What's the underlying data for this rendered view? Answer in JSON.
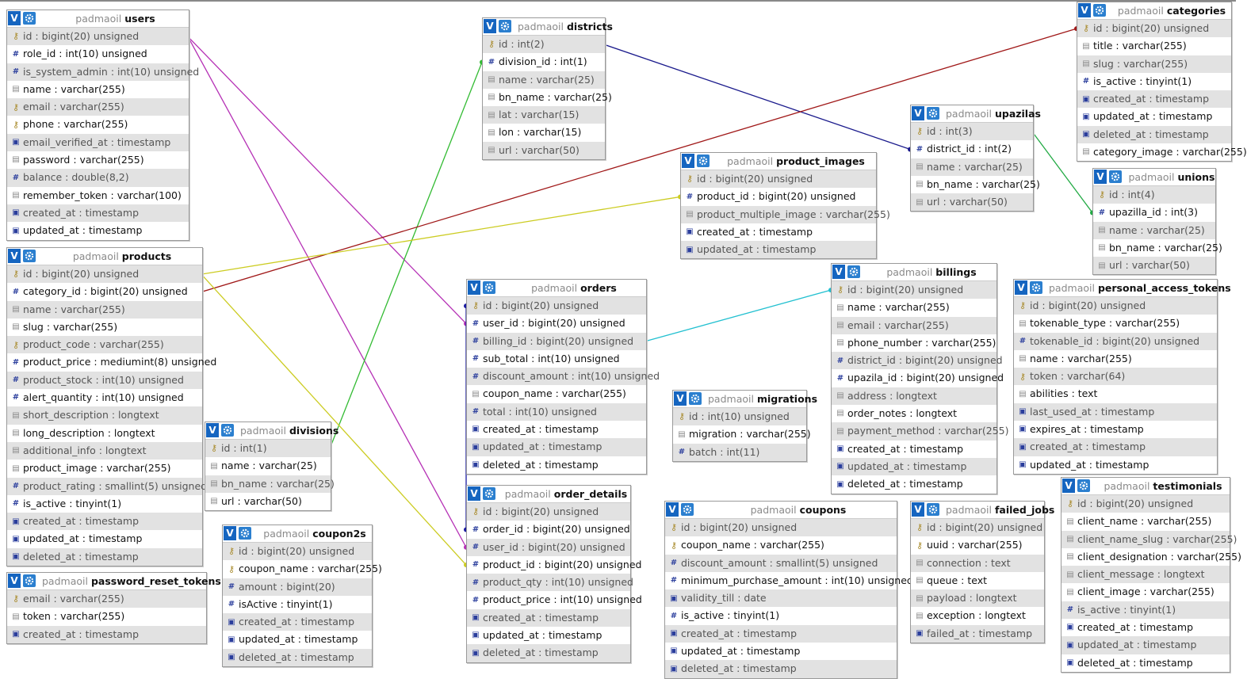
{
  "schema_prefix": "padmaoil",
  "view_button_label": "V",
  "tables": {
    "users": {
      "name": "users",
      "columns": [
        {
          "icon": "key-icon",
          "label": "id : bigint(20) unsigned"
        },
        {
          "icon": "number-icon",
          "label": "role_id : int(10) unsigned"
        },
        {
          "icon": "number-icon",
          "label": "is_system_admin : int(10) unsigned"
        },
        {
          "icon": "text-icon",
          "label": "name : varchar(255)"
        },
        {
          "icon": "key-icon",
          "label": "email : varchar(255)"
        },
        {
          "icon": "key-icon",
          "label": "phone : varchar(255)"
        },
        {
          "icon": "date-icon",
          "label": "email_verified_at : timestamp"
        },
        {
          "icon": "text-icon",
          "label": "password : varchar(255)"
        },
        {
          "icon": "number-icon",
          "label": "balance : double(8,2)"
        },
        {
          "icon": "text-icon",
          "label": "remember_token : varchar(100)"
        },
        {
          "icon": "date-icon",
          "label": "created_at : timestamp"
        },
        {
          "icon": "date-icon",
          "label": "updated_at : timestamp"
        }
      ]
    },
    "products": {
      "name": "products",
      "columns": [
        {
          "icon": "key-icon",
          "label": "id : bigint(20) unsigned"
        },
        {
          "icon": "number-icon",
          "label": "category_id : bigint(20) unsigned"
        },
        {
          "icon": "text-icon",
          "label": "name : varchar(255)"
        },
        {
          "icon": "text-icon",
          "label": "slug : varchar(255)"
        },
        {
          "icon": "key-icon",
          "label": "product_code : varchar(255)"
        },
        {
          "icon": "number-icon",
          "label": "product_price : mediumint(8) unsigned"
        },
        {
          "icon": "number-icon",
          "label": "product_stock : int(10) unsigned"
        },
        {
          "icon": "number-icon",
          "label": "alert_quantity : int(10) unsigned"
        },
        {
          "icon": "text-icon",
          "label": "short_description : longtext"
        },
        {
          "icon": "text-icon",
          "label": "long_description : longtext"
        },
        {
          "icon": "text-icon",
          "label": "additional_info : longtext"
        },
        {
          "icon": "text-icon",
          "label": "product_image : varchar(255)"
        },
        {
          "icon": "number-icon",
          "label": "product_rating : smallint(5) unsigned"
        },
        {
          "icon": "number-icon",
          "label": "is_active : tinyint(1)"
        },
        {
          "icon": "date-icon",
          "label": "created_at : timestamp"
        },
        {
          "icon": "date-icon",
          "label": "updated_at : timestamp"
        },
        {
          "icon": "date-icon",
          "label": "deleted_at : timestamp"
        }
      ]
    },
    "password_reset_tokens": {
      "name": "password_reset_tokens",
      "columns": [
        {
          "icon": "key-icon",
          "label": "email : varchar(255)"
        },
        {
          "icon": "text-icon",
          "label": "token : varchar(255)"
        },
        {
          "icon": "date-icon",
          "label": "created_at : timestamp"
        }
      ]
    },
    "divisions": {
      "name": "divisions",
      "columns": [
        {
          "icon": "key-icon",
          "label": "id : int(1)"
        },
        {
          "icon": "text-icon",
          "label": "name : varchar(25)"
        },
        {
          "icon": "text-icon",
          "label": "bn_name : varchar(25)"
        },
        {
          "icon": "text-icon",
          "label": "url : varchar(50)"
        }
      ]
    },
    "coupon2s": {
      "name": "coupon2s",
      "columns": [
        {
          "icon": "key-icon",
          "label": "id : bigint(20) unsigned"
        },
        {
          "icon": "key-icon",
          "label": "coupon_name : varchar(255)"
        },
        {
          "icon": "number-icon",
          "label": "amount : bigint(20)"
        },
        {
          "icon": "number-icon",
          "label": "isActive : tinyint(1)"
        },
        {
          "icon": "date-icon",
          "label": "created_at : timestamp"
        },
        {
          "icon": "date-icon",
          "label": "updated_at : timestamp"
        },
        {
          "icon": "date-icon",
          "label": "deleted_at : timestamp"
        }
      ]
    },
    "districts": {
      "name": "districts",
      "columns": [
        {
          "icon": "key-icon",
          "label": "id : int(2)"
        },
        {
          "icon": "number-icon",
          "label": "division_id : int(1)"
        },
        {
          "icon": "text-icon",
          "label": "name : varchar(25)"
        },
        {
          "icon": "text-icon",
          "label": "bn_name : varchar(25)"
        },
        {
          "icon": "text-icon",
          "label": "lat : varchar(15)"
        },
        {
          "icon": "text-icon",
          "label": "lon : varchar(15)"
        },
        {
          "icon": "text-icon",
          "label": "url : varchar(50)"
        }
      ]
    },
    "orders": {
      "name": "orders",
      "columns": [
        {
          "icon": "key-icon",
          "label": "id : bigint(20) unsigned"
        },
        {
          "icon": "number-icon",
          "label": "user_id : bigint(20) unsigned"
        },
        {
          "icon": "number-icon",
          "label": "billing_id : bigint(20) unsigned"
        },
        {
          "icon": "number-icon",
          "label": "sub_total : int(10) unsigned"
        },
        {
          "icon": "number-icon",
          "label": "discount_amount : int(10) unsigned"
        },
        {
          "icon": "text-icon",
          "label": "coupon_name : varchar(255)"
        },
        {
          "icon": "number-icon",
          "label": "total : int(10) unsigned"
        },
        {
          "icon": "date-icon",
          "label": "created_at : timestamp"
        },
        {
          "icon": "date-icon",
          "label": "updated_at : timestamp"
        },
        {
          "icon": "date-icon",
          "label": "deleted_at : timestamp"
        }
      ]
    },
    "order_details": {
      "name": "order_details",
      "columns": [
        {
          "icon": "key-icon",
          "label": "id : bigint(20) unsigned"
        },
        {
          "icon": "number-icon",
          "label": "order_id : bigint(20) unsigned"
        },
        {
          "icon": "number-icon",
          "label": "user_id : bigint(20) unsigned"
        },
        {
          "icon": "number-icon",
          "label": "product_id : bigint(20) unsigned"
        },
        {
          "icon": "number-icon",
          "label": "product_qty : int(10) unsigned"
        },
        {
          "icon": "number-icon",
          "label": "product_price : int(10) unsigned"
        },
        {
          "icon": "date-icon",
          "label": "created_at : timestamp"
        },
        {
          "icon": "date-icon",
          "label": "updated_at : timestamp"
        },
        {
          "icon": "date-icon",
          "label": "deleted_at : timestamp"
        }
      ]
    },
    "product_images": {
      "name": "product_images",
      "columns": [
        {
          "icon": "key-icon",
          "label": "id : bigint(20) unsigned"
        },
        {
          "icon": "number-icon",
          "label": "product_id : bigint(20) unsigned"
        },
        {
          "icon": "text-icon",
          "label": "product_multiple_image : varchar(255)"
        },
        {
          "icon": "date-icon",
          "label": "created_at : timestamp"
        },
        {
          "icon": "date-icon",
          "label": "updated_at : timestamp"
        }
      ]
    },
    "migrations": {
      "name": "migrations",
      "columns": [
        {
          "icon": "key-icon",
          "label": "id : int(10) unsigned"
        },
        {
          "icon": "text-icon",
          "label": "migration : varchar(255)"
        },
        {
          "icon": "number-icon",
          "label": "batch : int(11)"
        }
      ]
    },
    "coupons": {
      "name": "coupons",
      "columns": [
        {
          "icon": "key-icon",
          "label": "id : bigint(20) unsigned"
        },
        {
          "icon": "key-icon",
          "label": "coupon_name : varchar(255)"
        },
        {
          "icon": "number-icon",
          "label": "discount_amount : smallint(5) unsigned"
        },
        {
          "icon": "number-icon",
          "label": "minimum_purchase_amount : int(10) unsigned"
        },
        {
          "icon": "date-icon",
          "label": "validity_till : date"
        },
        {
          "icon": "number-icon",
          "label": "is_active : tinyint(1)"
        },
        {
          "icon": "date-icon",
          "label": "created_at : timestamp"
        },
        {
          "icon": "date-icon",
          "label": "updated_at : timestamp"
        },
        {
          "icon": "date-icon",
          "label": "deleted_at : timestamp"
        }
      ]
    },
    "upazilas": {
      "name": "upazilas",
      "columns": [
        {
          "icon": "key-icon",
          "label": "id : int(3)"
        },
        {
          "icon": "number-icon",
          "label": "district_id : int(2)"
        },
        {
          "icon": "text-icon",
          "label": "name : varchar(25)"
        },
        {
          "icon": "text-icon",
          "label": "bn_name : varchar(25)"
        },
        {
          "icon": "text-icon",
          "label": "url : varchar(50)"
        }
      ]
    },
    "billings": {
      "name": "billings",
      "columns": [
        {
          "icon": "key-icon",
          "label": "id : bigint(20) unsigned"
        },
        {
          "icon": "text-icon",
          "label": "name : varchar(255)"
        },
        {
          "icon": "text-icon",
          "label": "email : varchar(255)"
        },
        {
          "icon": "text-icon",
          "label": "phone_number : varchar(255)"
        },
        {
          "icon": "number-icon",
          "label": "district_id : bigint(20) unsigned"
        },
        {
          "icon": "number-icon",
          "label": "upazila_id : bigint(20) unsigned"
        },
        {
          "icon": "text-icon",
          "label": "address : longtext"
        },
        {
          "icon": "text-icon",
          "label": "order_notes : longtext"
        },
        {
          "icon": "text-icon",
          "label": "payment_method : varchar(255)"
        },
        {
          "icon": "date-icon",
          "label": "created_at : timestamp"
        },
        {
          "icon": "date-icon",
          "label": "updated_at : timestamp"
        },
        {
          "icon": "date-icon",
          "label": "deleted_at : timestamp"
        }
      ]
    },
    "failed_jobs": {
      "name": "failed_jobs",
      "columns": [
        {
          "icon": "key-icon",
          "label": "id : bigint(20) unsigned"
        },
        {
          "icon": "key-icon",
          "label": "uuid : varchar(255)"
        },
        {
          "icon": "text-icon",
          "label": "connection : text"
        },
        {
          "icon": "text-icon",
          "label": "queue : text"
        },
        {
          "icon": "text-icon",
          "label": "payload : longtext"
        },
        {
          "icon": "text-icon",
          "label": "exception : longtext"
        },
        {
          "icon": "date-icon",
          "label": "failed_at : timestamp"
        }
      ]
    },
    "categories": {
      "name": "categories",
      "columns": [
        {
          "icon": "key-icon",
          "label": "id : bigint(20) unsigned"
        },
        {
          "icon": "text-icon",
          "label": "title : varchar(255)"
        },
        {
          "icon": "text-icon",
          "label": "slug : varchar(255)"
        },
        {
          "icon": "number-icon",
          "label": "is_active : tinyint(1)"
        },
        {
          "icon": "date-icon",
          "label": "created_at : timestamp"
        },
        {
          "icon": "date-icon",
          "label": "updated_at : timestamp"
        },
        {
          "icon": "date-icon",
          "label": "deleted_at : timestamp"
        },
        {
          "icon": "text-icon",
          "label": "category_image : varchar(255)"
        }
      ]
    },
    "unions": {
      "name": "unions",
      "columns": [
        {
          "icon": "key-icon",
          "label": "id : int(4)"
        },
        {
          "icon": "number-icon",
          "label": "upazilla_id : int(3)"
        },
        {
          "icon": "text-icon",
          "label": "name : varchar(25)"
        },
        {
          "icon": "text-icon",
          "label": "bn_name : varchar(25)"
        },
        {
          "icon": "text-icon",
          "label": "url : varchar(50)"
        }
      ]
    },
    "personal_access_tokens": {
      "name": "personal_access_tokens",
      "columns": [
        {
          "icon": "key-icon",
          "label": "id : bigint(20) unsigned"
        },
        {
          "icon": "text-icon",
          "label": "tokenable_type : varchar(255)"
        },
        {
          "icon": "number-icon",
          "label": "tokenable_id : bigint(20) unsigned"
        },
        {
          "icon": "text-icon",
          "label": "name : varchar(255)"
        },
        {
          "icon": "key-icon",
          "label": "token : varchar(64)"
        },
        {
          "icon": "text-icon",
          "label": "abilities : text"
        },
        {
          "icon": "date-icon",
          "label": "last_used_at : timestamp"
        },
        {
          "icon": "date-icon",
          "label": "expires_at : timestamp"
        },
        {
          "icon": "date-icon",
          "label": "created_at : timestamp"
        },
        {
          "icon": "date-icon",
          "label": "updated_at : timestamp"
        }
      ]
    },
    "testimonials": {
      "name": "testimonials",
      "columns": [
        {
          "icon": "key-icon",
          "label": "id : bigint(20) unsigned"
        },
        {
          "icon": "text-icon",
          "label": "client_name : varchar(255)"
        },
        {
          "icon": "text-icon",
          "label": "client_name_slug : varchar(255)"
        },
        {
          "icon": "text-icon",
          "label": "client_designation : varchar(255)"
        },
        {
          "icon": "text-icon",
          "label": "client_message : longtext"
        },
        {
          "icon": "text-icon",
          "label": "client_image : varchar(255)"
        },
        {
          "icon": "number-icon",
          "label": "is_active : tinyint(1)"
        },
        {
          "icon": "date-icon",
          "label": "created_at : timestamp"
        },
        {
          "icon": "date-icon",
          "label": "updated_at : timestamp"
        },
        {
          "icon": "date-icon",
          "label": "deleted_at : timestamp"
        }
      ]
    }
  },
  "relations": [
    {
      "from": "orders.user_id",
      "to": "users.id",
      "color": "#b530b5"
    },
    {
      "from": "order_details.user_id",
      "to": "users.id",
      "color": "#b530b5"
    },
    {
      "from": "districts.division_id",
      "to": "divisions.id",
      "color": "#33bb33"
    },
    {
      "from": "upazilas.district_id",
      "to": "districts.id",
      "color": "#1a1a8c"
    },
    {
      "from": "products.category_id",
      "to": "categories.id",
      "color": "#a01818"
    },
    {
      "from": "product_images.product_id",
      "to": "products.id",
      "color": "#cccc22"
    },
    {
      "from": "order_details.product_id",
      "to": "products.id",
      "color": "#cccc22"
    },
    {
      "from": "unions.upazilla_id",
      "to": "upazilas.id",
      "color": "#22aa44"
    },
    {
      "from": "orders.billing_id",
      "to": "billings.id",
      "color": "#22c0d0"
    },
    {
      "from": "order_details.order_id",
      "to": "orders.id",
      "color": "#1a1aa0"
    }
  ]
}
